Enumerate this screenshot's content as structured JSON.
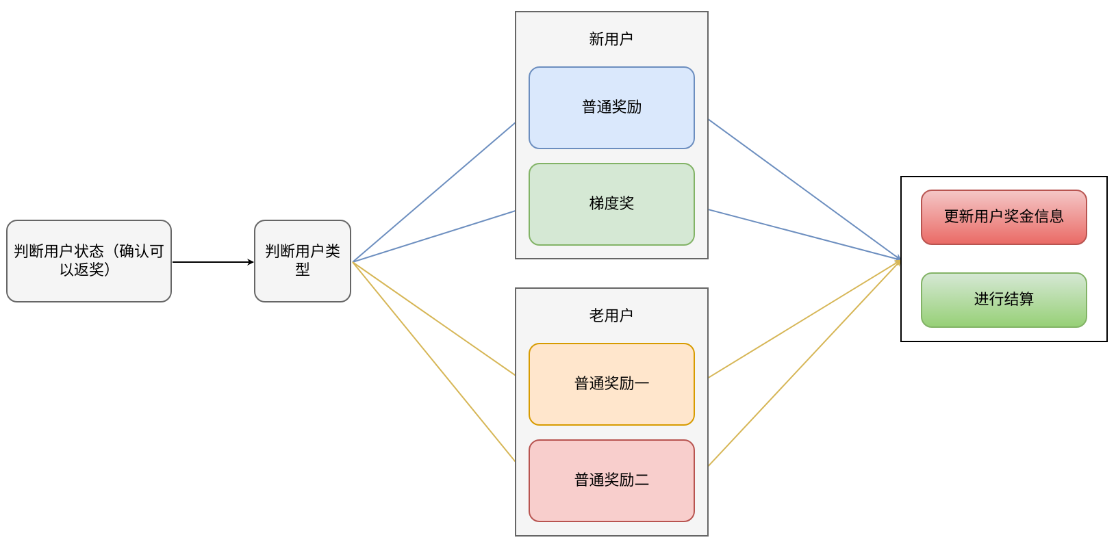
{
  "colors": {
    "gray_fill": "#f5f5f5",
    "gray_stroke": "#666666",
    "blue_fill": "#dae8fc",
    "blue_stroke": "#6c8ebf",
    "green_fill": "#d5e8d4",
    "green_stroke": "#82b366",
    "orange_fill": "#ffe6cc",
    "orange_stroke": "#d79b00",
    "pink_fill": "#f8cecc",
    "pink_stroke": "#b85450",
    "yellow_edge": "#d6b656",
    "black": "#000000"
  },
  "nodes": {
    "check_status": "判断用户状态（确认可以返奖）",
    "check_type": "判断用户类型"
  },
  "groups": {
    "new_user": {
      "title": "新用户",
      "items": [
        "普通奖励",
        "梯度奖"
      ]
    },
    "old_user": {
      "title": "老用户",
      "items": [
        "普通奖励一",
        "普通奖励二"
      ]
    }
  },
  "output": {
    "update": "更新用户奖金信息",
    "settle": "进行结算"
  }
}
